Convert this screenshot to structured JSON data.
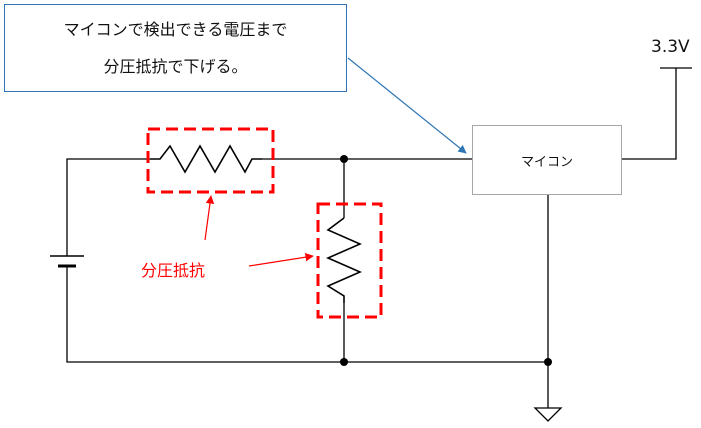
{
  "callout": {
    "line1": "マイコンで検出できる電圧まで",
    "line2": "分圧抵抗で下げる。"
  },
  "mcu": {
    "label": "マイコン"
  },
  "supply": {
    "label": "3.3V"
  },
  "resistor_annotation": {
    "label": "分圧抵抗"
  },
  "colors": {
    "wire": "#000000",
    "highlight": "#ff0000",
    "callout_border": "#2e75b6",
    "box_border": "#a6a6a6"
  }
}
